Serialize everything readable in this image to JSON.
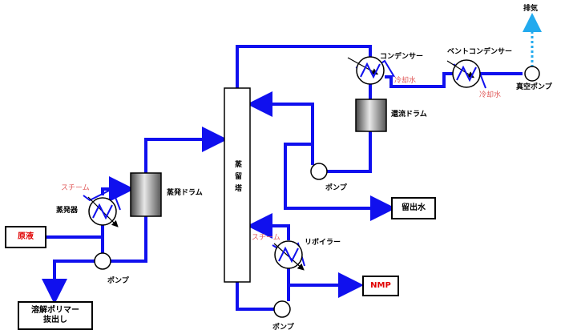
{
  "labels": {
    "exhaust": "排気",
    "condenser": "コンデンサー",
    "vent_condenser": "ベントコンデンサー",
    "cooling_water_1": "冷却水",
    "cooling_water_2": "冷却水",
    "vacuum_pump": "真空ポンプ",
    "reflux_drum": "還流ドラム",
    "pump_reflux": "ポンプ",
    "distillate_water": "留出水",
    "column": "蒸留塔",
    "evaporator_drum": "蒸発ドラム",
    "steam_1": "スチーム",
    "evaporator": "蒸発器",
    "feed": "原液",
    "pump_feed": "ポンプ",
    "polymer_out_1": "溶解ポリマー",
    "polymer_out_2": "抜出し",
    "steam_2": "スチーム",
    "reboiler": "リボイラー",
    "nmp": "NMP",
    "pump_bottom": "ポンプ"
  },
  "colors": {
    "pipe": "#1010ee",
    "exhaust_arrow": "#22aaee",
    "steam_text": "#e05a5a",
    "nmp_text": "#e00000"
  }
}
